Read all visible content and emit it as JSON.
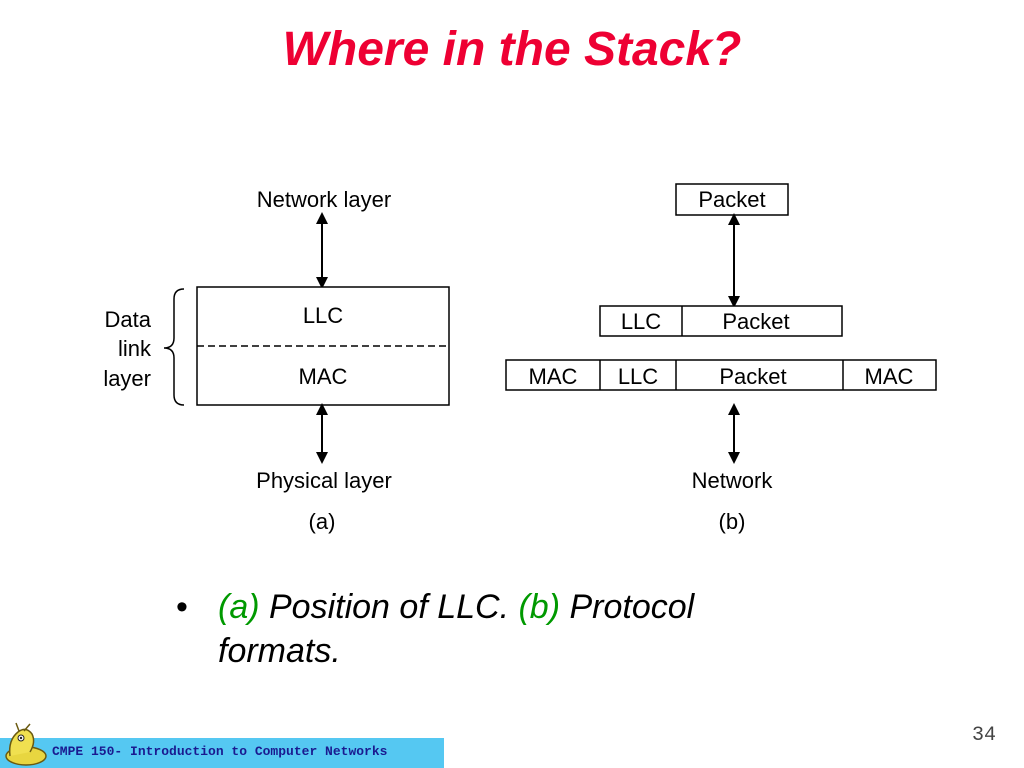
{
  "slide": {
    "title": "Where in the Stack?",
    "page_number": "34",
    "footer": "CMPE 150- Introduction to Computer Networks"
  },
  "diagram_a": {
    "top_label": "Network layer",
    "bracket_label": [
      "Data",
      "link",
      "layer"
    ],
    "upper_box": "LLC",
    "lower_box": "MAC",
    "bottom_label": "Physical layer",
    "caption": "(a)"
  },
  "diagram_b": {
    "top_box": "Packet",
    "middle_row": [
      "LLC",
      "Packet"
    ],
    "bottom_row": [
      "MAC",
      "LLC",
      "Packet",
      "MAC"
    ],
    "bottom_label": "Network",
    "caption": "(b)"
  },
  "bullet": {
    "part1": "(a)",
    "part2": " Position of LLC. ",
    "part3": "(b)",
    "part4": " Protocol formats."
  },
  "colors": {
    "title": "#ee0033",
    "highlight": "#009900",
    "footer_bar": "#55c8f2",
    "footer_text": "#1a1a90"
  }
}
